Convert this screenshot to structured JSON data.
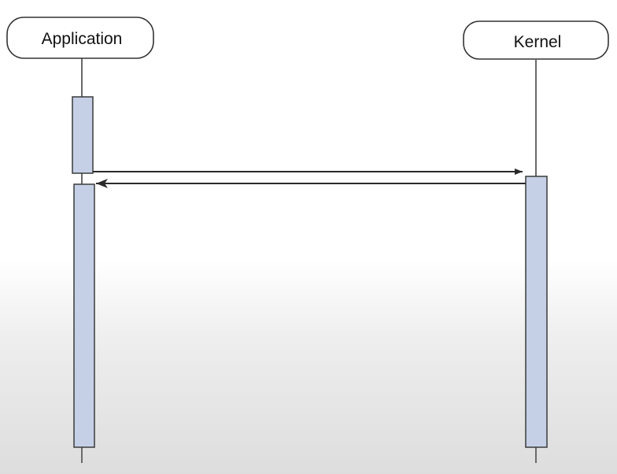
{
  "diagram": {
    "type": "sequence",
    "participants": [
      {
        "id": "application",
        "label": "Application"
      },
      {
        "id": "kernel",
        "label": "Kernel"
      }
    ],
    "messages": [
      {
        "from": "application",
        "to": "kernel",
        "label": ""
      },
      {
        "from": "kernel",
        "to": "application",
        "label": ""
      }
    ],
    "colors": {
      "activation_fill": "#c5d0e6",
      "line": "#2a2a2a",
      "lifeline": "#6a6a6a"
    }
  }
}
